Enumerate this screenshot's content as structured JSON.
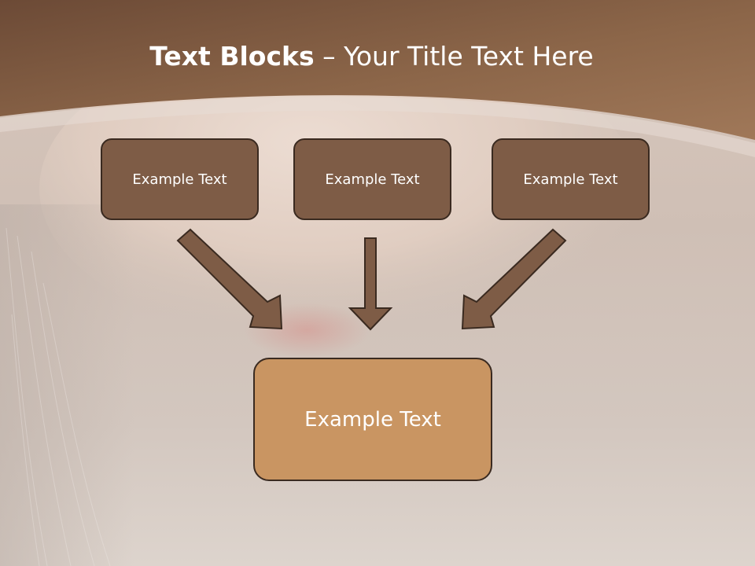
{
  "slide": {
    "title_bold": "Text Blocks",
    "title_rest": " – Your Title Text Here",
    "source_boxes": [
      {
        "label": "Example Text"
      },
      {
        "label": "Example Text"
      },
      {
        "label": "Example Text"
      }
    ],
    "target_box": {
      "label": "Example Text"
    }
  },
  "colors": {
    "header_band": "#8b6448",
    "source_box_fill": "#7e5c46",
    "target_box_fill": "#c99562",
    "arrow_fill": "#7e5c46",
    "box_border": "#3a2a20"
  }
}
